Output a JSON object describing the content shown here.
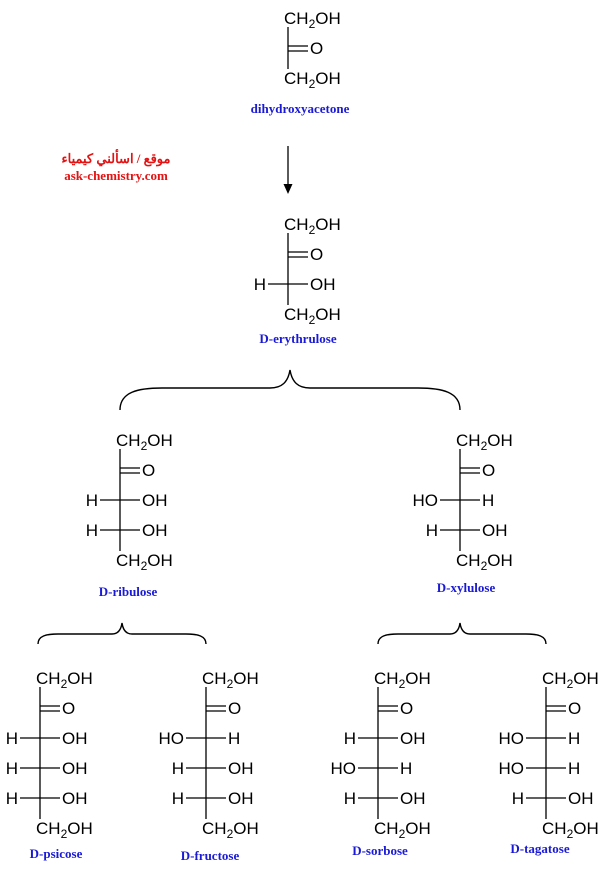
{
  "credit": {
    "arabic": "موقع / اسألني كيمياء",
    "site": "ask-chemistry.com"
  },
  "colors": {
    "name": "#1a1ad6",
    "credit": "#e41212"
  },
  "group_labels": {
    "ch2oh_prefix": "CH",
    "ch2oh_sub": "2",
    "ch2oh_suffix": "OH",
    "carbonyl_o": "O",
    "h": "H",
    "oh": "OH",
    "ho": "HO"
  },
  "molecules": [
    {
      "id": "dihydroxyacetone",
      "name": "dihydroxyacetone",
      "chiral": []
    },
    {
      "id": "d-erythrulose",
      "name": "D-erythrulose",
      "chiral": [
        [
          "H",
          "OH"
        ]
      ]
    },
    {
      "id": "d-ribulose",
      "name": "D-ribulose",
      "chiral": [
        [
          "H",
          "OH"
        ],
        [
          "H",
          "OH"
        ]
      ]
    },
    {
      "id": "d-xylulose",
      "name": "D-xylulose",
      "chiral": [
        [
          "HO",
          "H"
        ],
        [
          "H",
          "OH"
        ]
      ]
    },
    {
      "id": "d-psicose",
      "name": "D-psicose",
      "chiral": [
        [
          "H",
          "OH"
        ],
        [
          "H",
          "OH"
        ],
        [
          "H",
          "OH"
        ]
      ]
    },
    {
      "id": "d-fructose",
      "name": "D-fructose",
      "chiral": [
        [
          "HO",
          "H"
        ],
        [
          "H",
          "OH"
        ],
        [
          "H",
          "OH"
        ]
      ]
    },
    {
      "id": "d-sorbose",
      "name": "D-sorbose",
      "chiral": [
        [
          "H",
          "OH"
        ],
        [
          "HO",
          "H"
        ],
        [
          "H",
          "OH"
        ]
      ]
    },
    {
      "id": "d-tagatose",
      "name": "D-tagatose",
      "chiral": [
        [
          "HO",
          "H"
        ],
        [
          "HO",
          "H"
        ],
        [
          "H",
          "OH"
        ]
      ]
    }
  ]
}
